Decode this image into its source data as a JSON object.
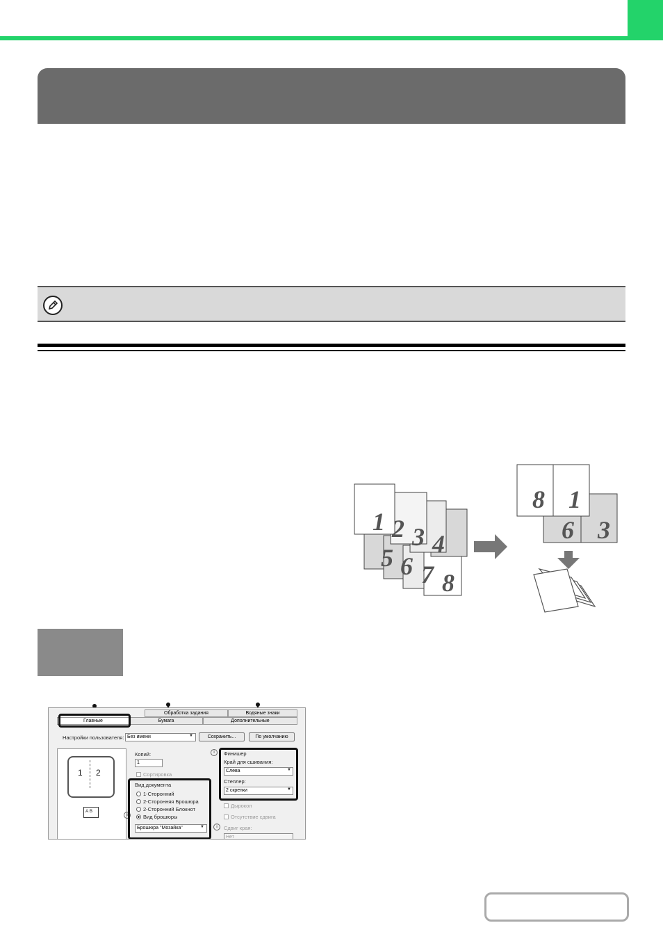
{
  "dialog": {
    "tabs": {
      "job_handling": "Обработка задания",
      "watermarks": "Водяные знаки",
      "main": "Главные",
      "paper": "Бумага",
      "advanced": "Дополнительные"
    },
    "user_settings_label": "Настройки пользователя:",
    "user_settings_value": "Без имени",
    "save_button": "Сохранить...",
    "default_button": "По умолчанию",
    "copies_label": "Копий:",
    "copies_value": "1",
    "collate_label": "Сортировка",
    "preview_pages": [
      "1",
      "2"
    ],
    "preview_ab": "A B",
    "document_style": {
      "label": "Вид документа",
      "options": [
        "1-Сторонний",
        "2-Сторонняя Брошюра",
        "2-Сторонний Блокнот",
        "Вид брошюры"
      ],
      "selected": "Вид брошюры",
      "dropdown_value": "Брошюра \"Мозайка\""
    },
    "finishing": {
      "label": "Финишер",
      "binding_edge_label": "Край для сшивания:",
      "binding_edge_value": "Слева",
      "staple_label": "Степлер:",
      "staple_value": "2 скрепки",
      "punch_label": "Дырокол",
      "no_offset_label": "Отсутствие сдвига",
      "offset_edge_label": "Сдвиг края:",
      "offset_edge_value": "Нет"
    },
    "info_marks": [
      "i",
      "i",
      "i"
    ]
  },
  "illustration": {
    "source_pages": [
      "1",
      "2",
      "3",
      "4",
      "5",
      "6",
      "7",
      "8"
    ],
    "sheet_top": [
      "8",
      "1"
    ],
    "sheet_bottom": [
      "6",
      "3"
    ]
  },
  "colors": {
    "accent_green": "#23d36a",
    "header_gray": "#6b6b6b",
    "note_gray": "#d9d9d9",
    "step_gray": "#8a8a8a"
  },
  "icons": [
    "pencil-icon",
    "arrow-right-icon",
    "arrow-down-icon",
    "folded-booklet-icon"
  ]
}
